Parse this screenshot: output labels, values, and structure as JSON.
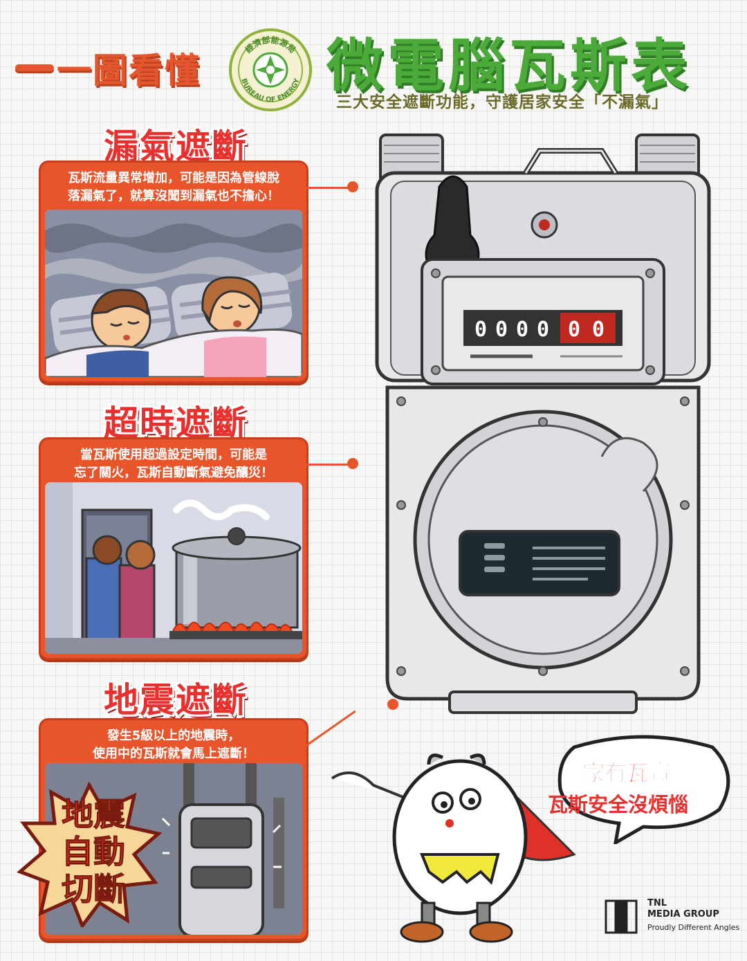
{
  "header": {
    "brand": "一圖看懂",
    "logo_text_top": "經濟部能源局",
    "logo_text_bottom": "BUREAU OF ENERGY",
    "title": "微電腦瓦斯表",
    "subtitle": "三大安全遮斷功能，守護居家安全「不漏氣」"
  },
  "sections": [
    {
      "heading": "漏氣遮斷",
      "desc_line1": "瓦斯流量異常增加，可能是因為管線脫",
      "desc_line2": "落漏氣了，就算沒聞到漏氣也不擔心！"
    },
    {
      "heading": "超時遮斷",
      "desc_line1": "當瓦斯使用超過設定時間，可能是",
      "desc_line2": "忘了關火，瓦斯自動斷氣避免釀災！"
    },
    {
      "heading": "地震遮斷",
      "desc_line1": "發生5級以上的地震時，",
      "desc_line2": "使用中的瓦斯就會馬上遮斷！"
    }
  ],
  "quake_badge": {
    "line1": "地震",
    "line2": "自動",
    "line3": "切斷"
  },
  "meter": {
    "counter_black": [
      "0",
      "0",
      "0",
      "0"
    ],
    "counter_red": [
      "0",
      "0"
    ]
  },
  "bubble": {
    "line1": "家有瓦寶",
    "line2": "瓦斯安全沒煩惱"
  },
  "footer": {
    "brand_line1": "TNL",
    "brand_line2": "MEDIA GROUP",
    "tagline": "Proudly Different Angles"
  },
  "colors": {
    "accent": "#e8552b",
    "title_green": "#4caa3a",
    "heading_red": "#e8312e"
  }
}
